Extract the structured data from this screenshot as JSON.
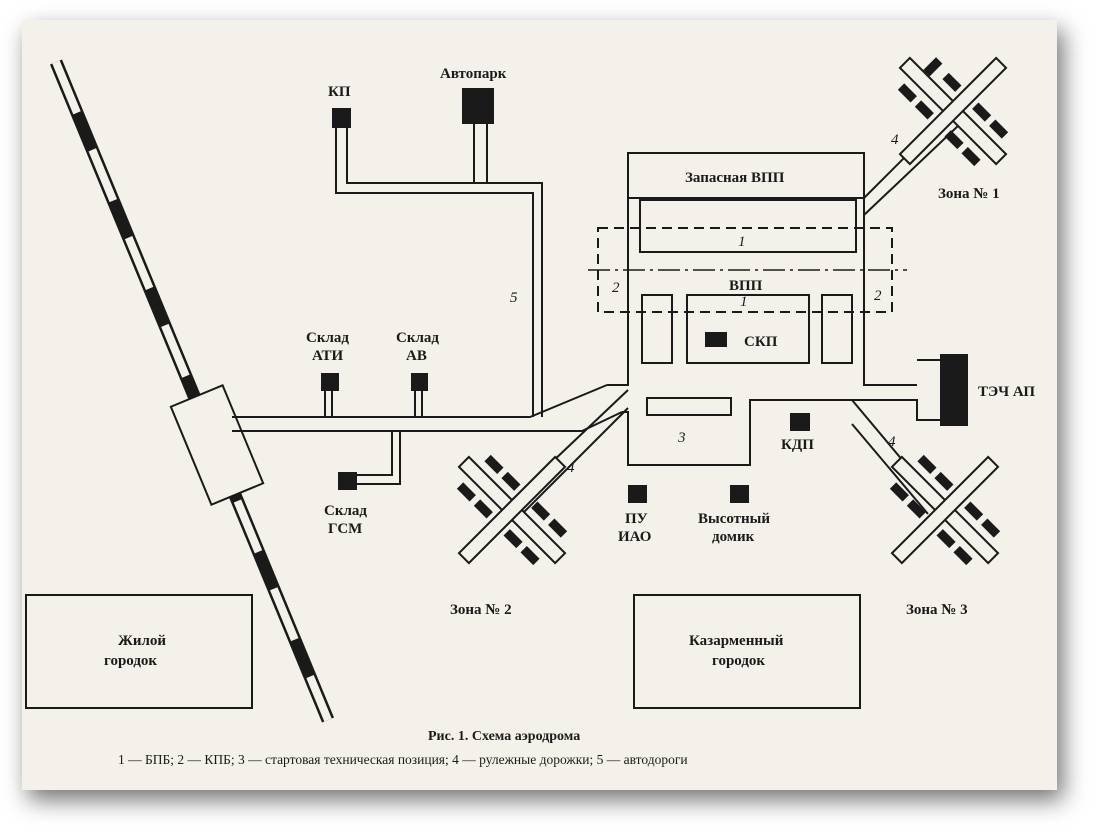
{
  "labels": {
    "kp": "КП",
    "avtopark": "Автопарк",
    "zapasnaya_vpp": "Запасная ВПП",
    "vpp": "ВПП",
    "skp": "СКП",
    "zone1": "Зона № 1",
    "zone2": "Зона № 2",
    "zone3": "Зона № 3",
    "tech_ap": "ТЭЧ АП",
    "kdp": "КДП",
    "sklad_ati_1": "Склад",
    "sklad_ati_2": "АТИ",
    "sklad_av_1": "Склад",
    "sklad_av_2": "АВ",
    "sklad_gsm_1": "Склад",
    "sklad_gsm_2": "ГСМ",
    "pu_iao_1": "ПУ",
    "pu_iao_2": "ИАО",
    "vysotny_1": "Высотный",
    "vysotny_2": "домик",
    "zhiloy_1": "Жилой",
    "zhiloy_2": "городок",
    "kazarm_1": "Казарменный",
    "kazarm_2": "городок"
  },
  "numbers": {
    "n1_top": "1",
    "n1_mid": "1",
    "n2_left": "2",
    "n2_right": "2",
    "n3": "3",
    "n4_zone1": "4",
    "n4_zone2": "4",
    "n4_zone3": "4",
    "n5": "5"
  },
  "caption": {
    "title": "Рис. 1. Схема аэродрома",
    "legend": "1 — БПБ; 2 — КПБ; 3 — стартовая техническая позиция; 4 — рулежные дорожки; 5 — автодороги"
  },
  "colors": {
    "ink": "#1a1a1a",
    "paper": "#f4f1ea"
  }
}
